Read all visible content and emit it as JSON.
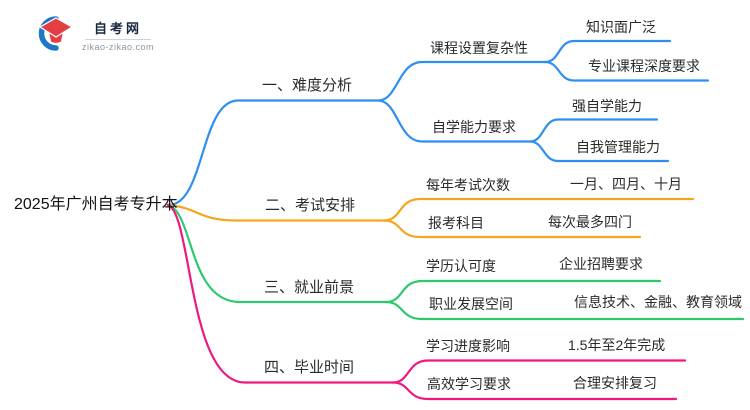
{
  "logo": {
    "site_name": "自考网",
    "site_domain": "zikao-zikao.com"
  },
  "colors": {
    "blue": "#2E8FF0",
    "orange": "#F5A61C",
    "green": "#2DC96F",
    "pink": "#F0187F",
    "logo_blue": "#1E78C8",
    "logo_red": "#E23E44"
  },
  "root": {
    "label": "2025年广州自考专升本"
  },
  "branches": [
    {
      "label": "一、难度分析",
      "children": [
        {
          "label": "课程设置复杂性",
          "children": [
            {
              "label": "知识面广泛"
            },
            {
              "label": "专业课程深度要求"
            }
          ]
        },
        {
          "label": "自学能力要求",
          "children": [
            {
              "label": "强自学能力"
            },
            {
              "label": "自我管理能力"
            }
          ]
        }
      ]
    },
    {
      "label": "二、考试安排",
      "children": [
        {
          "label": "每年考试次数",
          "value": "一月、四月、十月"
        },
        {
          "label": "报考科目",
          "value": "每次最多四门"
        }
      ]
    },
    {
      "label": "三、就业前景",
      "children": [
        {
          "label": "学历认可度",
          "value": "企业招聘要求"
        },
        {
          "label": "职业发展空间",
          "value": "信息技术、金融、教育领域"
        }
      ]
    },
    {
      "label": "四、毕业时间",
      "children": [
        {
          "label": "学习进度影响",
          "value": "1.5年至2年完成"
        },
        {
          "label": "高效学习要求",
          "value": "合理安排复习"
        }
      ]
    }
  ]
}
